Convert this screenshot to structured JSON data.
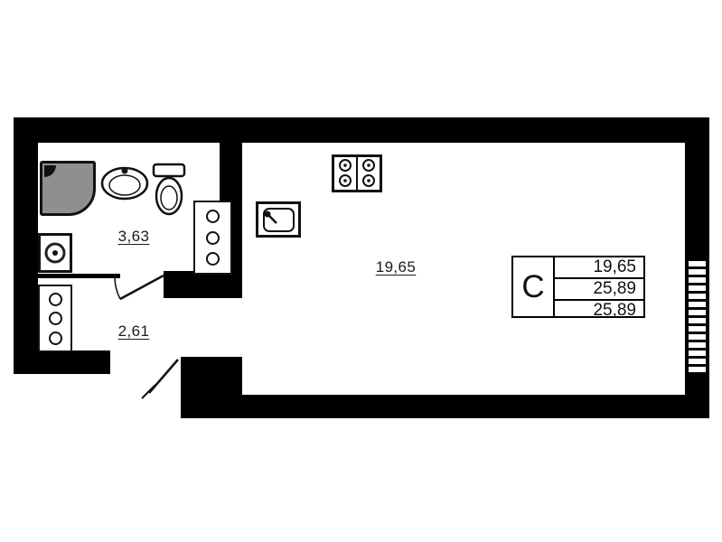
{
  "plan": {
    "rooms": {
      "bathroom": {
        "area": "3,63"
      },
      "hallway": {
        "area": "2,61"
      },
      "living_room": {
        "area": "19,65"
      }
    },
    "legend": {
      "unit_type": "С",
      "rows": [
        "19,65",
        "25,89",
        "25,89"
      ]
    },
    "colors": {
      "wall": "#000000",
      "line": "#111111",
      "shower_fill": "#8f8f8f",
      "background": "#ffffff"
    },
    "fixtures": [
      "shower",
      "bathroom-sink",
      "toilet",
      "washing-machine",
      "ventilation-shaft-bathroom",
      "ventilation-shaft-hallway",
      "kitchen-sink",
      "stove",
      "window",
      "entrance-door",
      "bathroom-door"
    ]
  }
}
